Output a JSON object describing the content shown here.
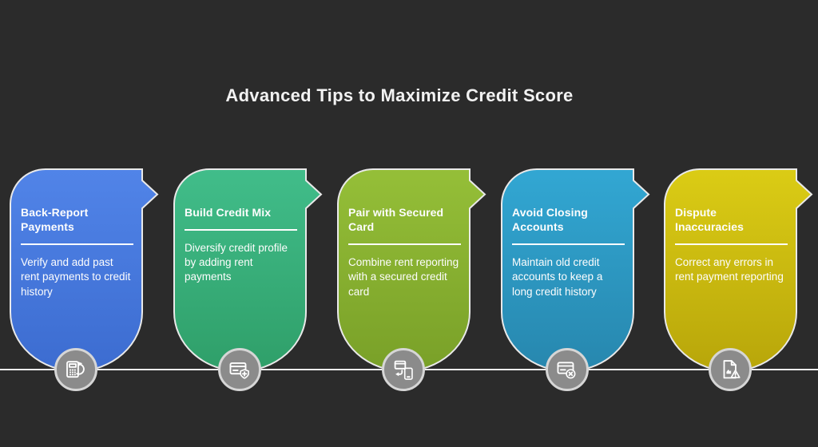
{
  "title": "Advanced Tips to Maximize Credit Score",
  "background_color": "#2b2b2b",
  "timeline": {
    "line_color": "#ececec",
    "icon_circle_fill": "#8b8b8b",
    "icon_circle_border": "#d6d6d6",
    "outline_color": "#e9e9e9"
  },
  "cards": [
    {
      "heading": "Back-Report Payments",
      "body": "Verify and add past rent payments to credit history",
      "icon": "calculator-sync-icon",
      "color_top": "#5184e8",
      "color_bottom": "#3c6cd0"
    },
    {
      "heading": "Build Credit Mix",
      "body": "Diversify credit profile by adding rent payments",
      "icon": "credit-card-add-icon",
      "color_top": "#41bd8a",
      "color_bottom": "#2f9f69"
    },
    {
      "heading": "Pair with Secured Card",
      "body": "Combine rent reporting with a secured credit card",
      "icon": "card-phone-transfer-icon",
      "color_top": "#95bf38",
      "color_bottom": "#79a028"
    },
    {
      "heading": "Avoid Closing Accounts",
      "body": "Maintain old credit accounts to keep a long credit history",
      "icon": "credit-card-cancel-icon",
      "color_top": "#32a7d3",
      "color_bottom": "#2787ae"
    },
    {
      "heading": "Dispute Inaccuracies",
      "body": "Correct any errors in rent payment reporting",
      "icon": "document-warning-icon",
      "color_top": "#dbcc15",
      "color_bottom": "#b8a60a"
    }
  ]
}
